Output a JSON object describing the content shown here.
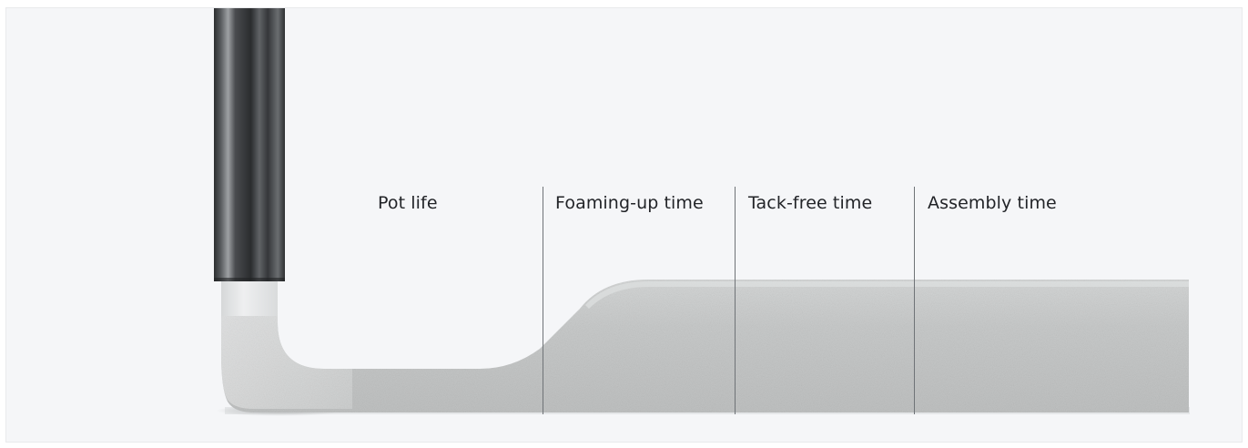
{
  "illustration": {
    "subject": "foam-bead-dispensing",
    "colors": {
      "background": "#f5f6f8",
      "foam": "#c9cbcb",
      "nozzle_tip": "#e4e5e6",
      "nozzle_metal": "#3a3c3e",
      "divider": "#6f7377",
      "text": "#222428"
    }
  },
  "stages": [
    {
      "label": "Pot life"
    },
    {
      "label": "Foaming-up time"
    },
    {
      "label": "Tack-free time"
    },
    {
      "label": "Assembly time"
    }
  ]
}
